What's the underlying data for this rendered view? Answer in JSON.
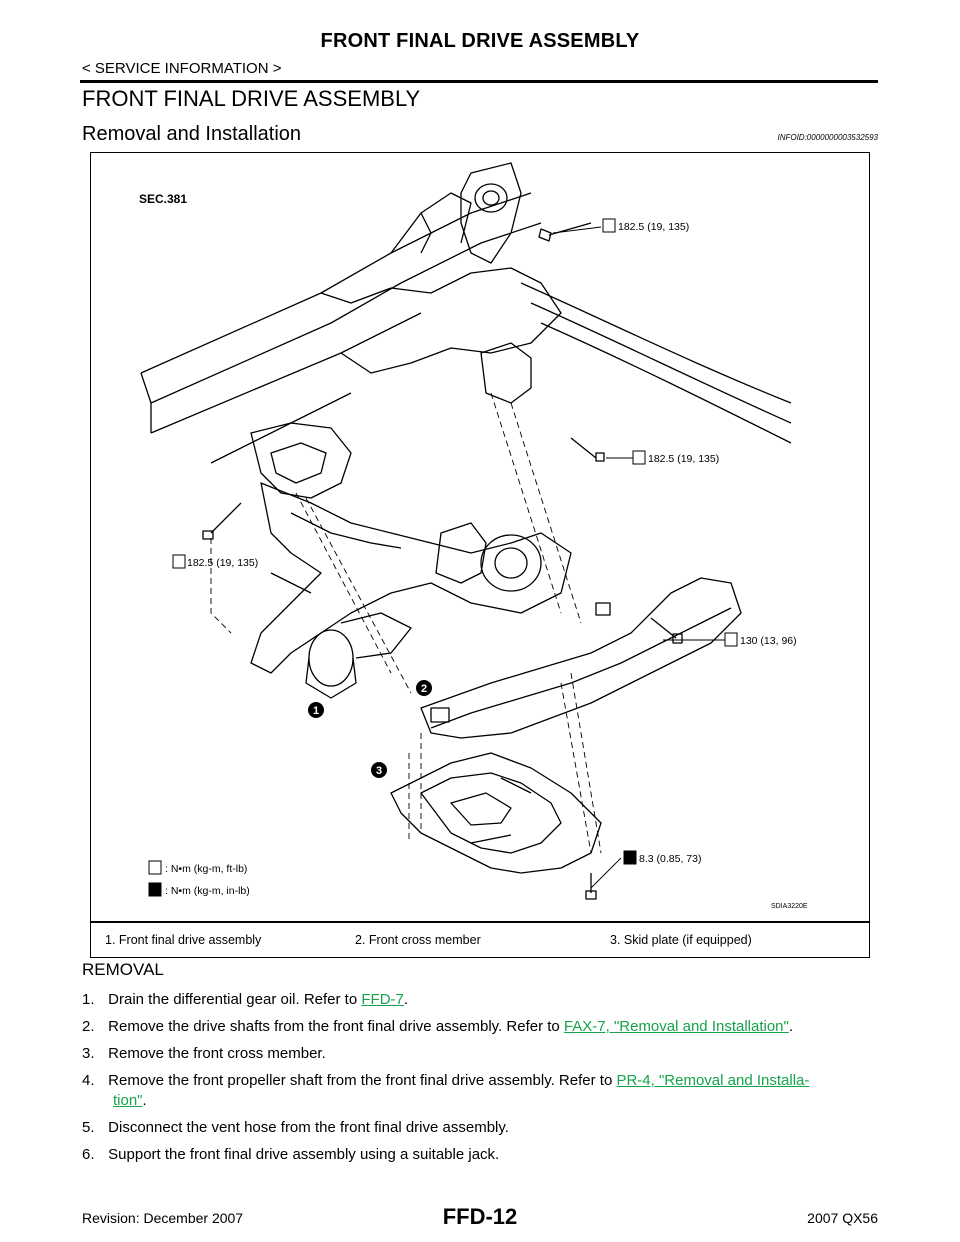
{
  "header": {
    "title": "FRONT FINAL DRIVE ASSEMBLY",
    "breadcrumb": "< SERVICE INFORMATION >"
  },
  "page_title": "FRONT FINAL DRIVE ASSEMBLY",
  "section": {
    "title": "Removal and Installation",
    "info_id": "INFOID:0000000003532593"
  },
  "figure": {
    "sec": "SEC.381",
    "torque_1": "182.5 (19, 135)",
    "torque_2": "182.5 (19, 135)",
    "torque_3": "182.5 (19, 135)",
    "torque_4": "130 (13, 96)",
    "torque_5": "8.3 (0.85, 73)",
    "legend_1": ": N•m (kg-m, ft-lb)",
    "legend_2": ": N•m (kg-m, in-lb)",
    "fig_code": "SDIA3220E",
    "callouts": [
      "1",
      "2",
      "3"
    ]
  },
  "captions": [
    "1.    Front final drive assembly",
    "2.    Front cross member",
    "3.    Skid plate (if equipped)"
  ],
  "removal": {
    "title": "REMOVAL",
    "steps": [
      {
        "num": "1.",
        "pre": "Drain the differential gear oil. Refer to ",
        "link": "FFD-7",
        "post": "."
      },
      {
        "num": "2.",
        "pre": "Remove the drive shafts from the front final drive assembly. Refer to ",
        "link": "FAX-7, \"Removal and Installation\"",
        "post": "."
      },
      {
        "num": "3.",
        "pre": "Remove the front cross member.",
        "link": "",
        "post": ""
      },
      {
        "num": "4.",
        "pre": "Remove the front propeller shaft from the front final drive assembly. Refer to ",
        "link": "PR-4, \"Removal and Installa-",
        "link2": "tion\"",
        "post": "."
      },
      {
        "num": "5.",
        "pre": "Disconnect the vent hose from the front final drive assembly.",
        "link": "",
        "post": ""
      },
      {
        "num": "6.",
        "pre": "Support the front final drive assembly using a suitable jack.",
        "link": "",
        "post": ""
      }
    ]
  },
  "footer": {
    "revision": "Revision: December 2007",
    "page_id": "FFD-12",
    "model": "2007 QX56"
  }
}
